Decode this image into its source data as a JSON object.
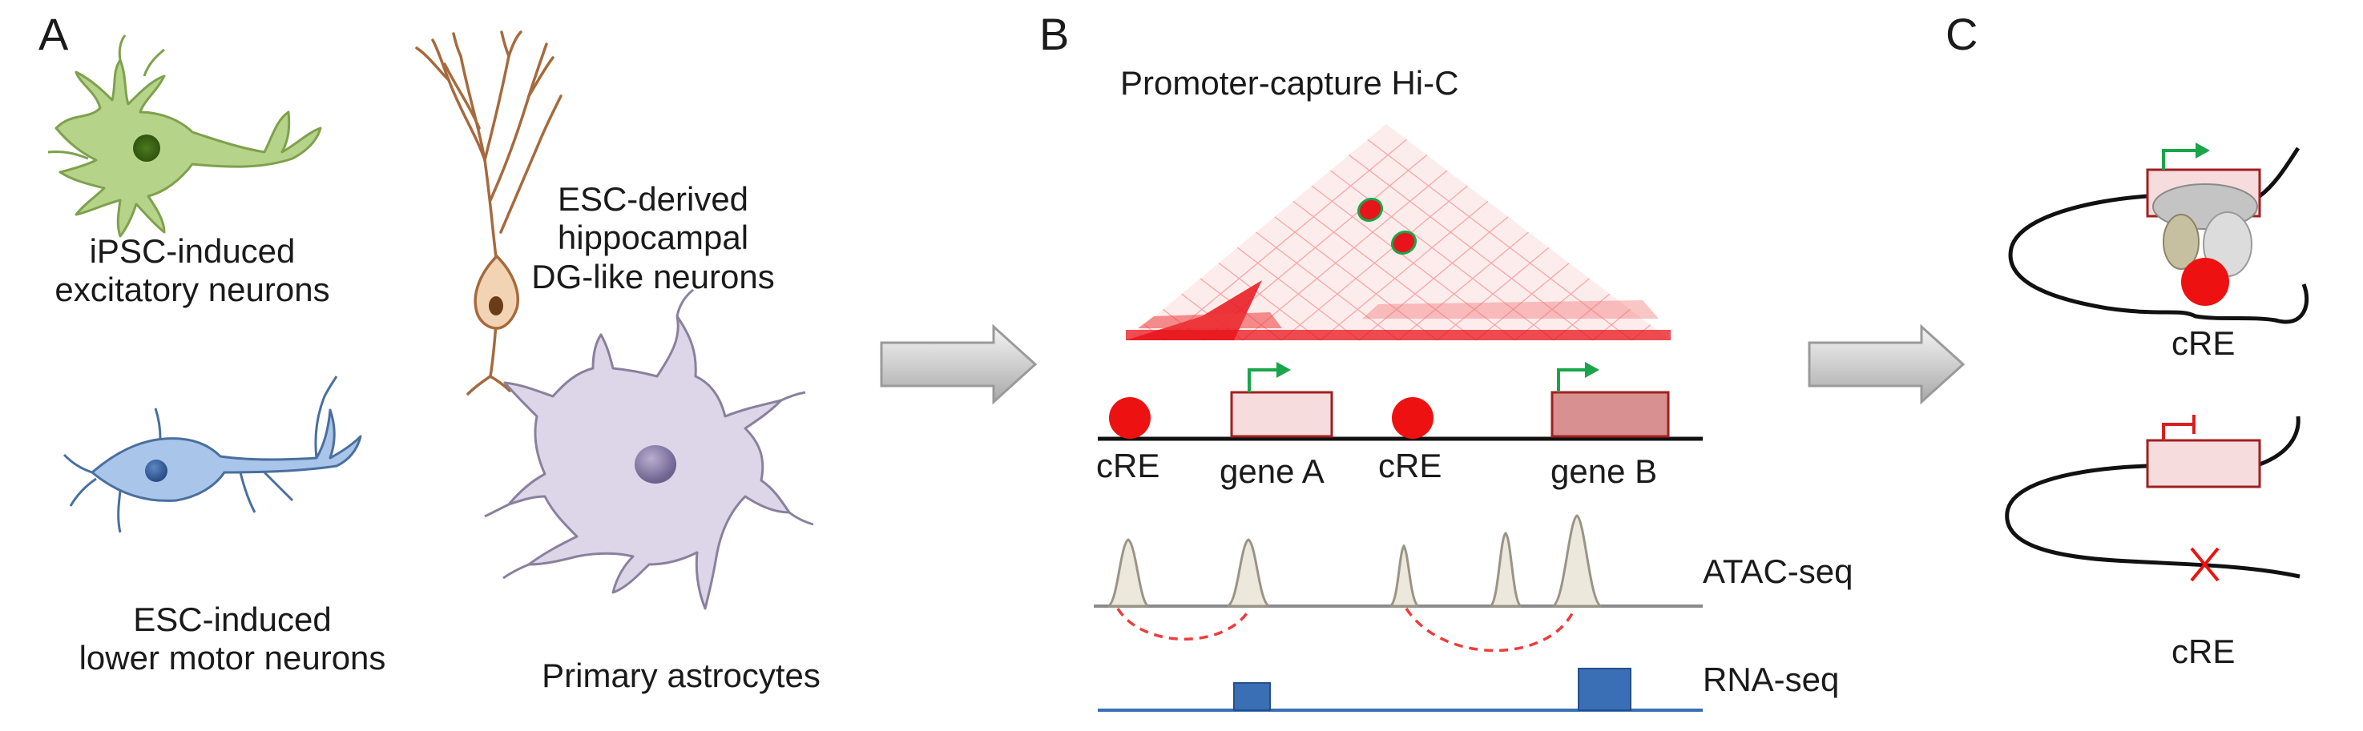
{
  "panels": {
    "a": {
      "letter": "A",
      "cell_types": [
        {
          "line1": "iPSC-induced",
          "line2": "excitatory neurons"
        },
        {
          "line1": "ESC-derived",
          "line2": "hippocampal",
          "line3": "DG-like neurons"
        },
        {
          "line1": "ESC-induced",
          "line2": "lower motor neurons"
        },
        {
          "line1": "Primary astrocytes"
        }
      ]
    },
    "b": {
      "letter": "B",
      "title": "Promoter-capture Hi-C",
      "track_labels": {
        "cre_1": "cRE",
        "gene_a": "gene A",
        "cre_2": "cRE",
        "gene_b": "gene B"
      },
      "atac_label": "ATAC-seq",
      "rna_label": "RNA-seq"
    },
    "c": {
      "letter": "C",
      "active_label": "cRE",
      "inactive_label": "cRE"
    }
  },
  "colors": {
    "hic_red": "#e8141b",
    "cre_red": "#ee1111",
    "gene_box_light": "#f6dcdc",
    "gene_box_dark": "#d99090",
    "gene_border": "#a02020",
    "arrow_green": "#19a64a",
    "rna_blue": "#3a6fb5",
    "atac_peak": "#ece8dc",
    "loop_dashed": "#ef3b3b",
    "neuron_green": "#b6d38a",
    "neuron_brown": "#a66a3d",
    "neuron_blue": "#a9c6ea",
    "astrocyte_purple": "#dcd6e8"
  }
}
